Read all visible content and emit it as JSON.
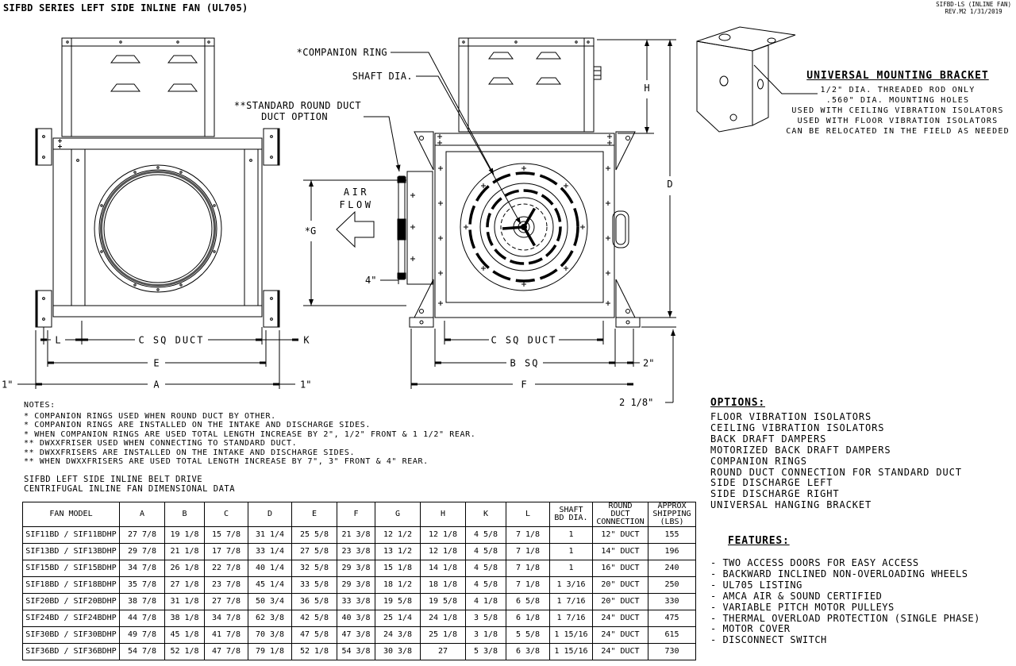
{
  "title": "SIFBD SERIES LEFT SIDE INLINE FAN (UL705)",
  "rev": {
    "line1": "SIFBD-LS (INLINE FAN)",
    "line2": "REV.M2  1/31/2019"
  },
  "drawing": {
    "companion_ring_label": "*COMPANION RING",
    "shaft_dia_label": "SHAFT DIA.",
    "round_duct_label_line1": "**STANDARD ROUND DUCT",
    "round_duct_label_line2": "DUCT OPTION",
    "air_flow_line1": "AIR",
    "air_flow_line2": "FLOW",
    "dim_g": "*G",
    "dim_4in": "4\"",
    "dim_l": "L",
    "dim_c_sq_left": "C SQ DUCT",
    "dim_k": "K",
    "dim_e": "E",
    "dim_a": "A",
    "dim_1in_left": "1\"",
    "dim_1in_right": "1\"",
    "dim_c_sq_right": "C SQ DUCT",
    "dim_b_sq": "B SQ",
    "dim_f": "F",
    "dim_2in": "2\"",
    "dim_2_1_8in": "2 1/8\"",
    "dim_h": "H",
    "dim_d": "D"
  },
  "bracket": {
    "title": "UNIVERSAL MOUNTING BRACKET",
    "lines": [
      "1/2\" DIA. THREADED ROD ONLY",
      ".560\" DIA. MOUNTING HOLES",
      "USED WITH CEILING VIBRATION ISOLATORS",
      "USED WITH FLOOR VIBRATION ISOLATORS",
      "CAN BE RELOCATED IN THE FIELD AS NEEDED"
    ]
  },
  "notes": {
    "heading": "NOTES:",
    "items": [
      "* COMPANION RINGS USED WHEN ROUND DUCT BY OTHER.",
      "* COMPANION RINGS ARE INSTALLED ON THE INTAKE AND DISCHARGE SIDES.",
      "* WHEN COMPANION RINGS ARE USED TOTAL LENGTH INCREASE BY 2\", 1/2\" FRONT & 1 1/2\" REAR.",
      "** DWXXFRISER USED WHEN CONNECTING TO STANDARD DUCT.",
      "** DWXXFRISERS ARE INSTALLED ON THE INTAKE AND DISCHARGE SIDES.",
      "** WHEN DWXXFRISERS ARE USED TOTAL LENGTH INCREASE BY 7\", 3\" FRONT & 4\" REAR."
    ]
  },
  "caption": {
    "line1": "SIFBD LEFT SIDE INLINE BELT DRIVE",
    "line2": "CENTRIFUGAL INLINE FAN DIMENSIONAL DATA"
  },
  "options": {
    "heading": "OPTIONS:",
    "items": [
      "FLOOR VIBRATION ISOLATORS",
      "CEILING VIBRATION ISOLATORS",
      "BACK DRAFT DAMPERS",
      "MOTORIZED BACK DRAFT DAMPERS",
      "COMPANION RINGS",
      "ROUND DUCT CONNECTION FOR STANDARD DUCT",
      "SIDE DISCHARGE LEFT",
      "SIDE DISCHARGE RIGHT",
      "UNIVERSAL HANGING BRACKET"
    ]
  },
  "features": {
    "heading": "FEATURES:",
    "items": [
      "- TWO ACCESS DOORS FOR EASY ACCESS",
      "- BACKWARD INCLINED NON-OVERLOADING WHEELS",
      "- UL705 LISTING",
      "- AMCA AIR & SOUND CERTIFIED",
      "- VARIABLE PITCH MOTOR PULLEYS",
      "- THERMAL OVERLOAD PROTECTION (SINGLE PHASE)",
      "- MOTOR COVER",
      "- DISCONNECT SWITCH"
    ]
  },
  "table": {
    "headers": [
      "FAN MODEL",
      "A",
      "B",
      "C",
      "D",
      "E",
      "F",
      "G",
      "H",
      "K",
      "L",
      "SHAFT\nBD DIA.",
      "ROUND\nDUCT\nCONNECTION",
      "APPROX\nSHIPPING\n(LBS)"
    ],
    "rows": [
      [
        "SIF11BD / SIF11BDHP",
        "27 7/8",
        "19 1/8",
        "15 7/8",
        "31 1/4",
        "25 5/8",
        "21 3/8",
        "12 1/2",
        "12 1/8",
        "4 5/8",
        "7 1/8",
        "1",
        "12\" DUCT",
        "155"
      ],
      [
        "SIF13BD / SIF13BDHP",
        "29 7/8",
        "21 1/8",
        "17 7/8",
        "33 1/4",
        "27 5/8",
        "23 3/8",
        "13 1/2",
        "12 1/8",
        "4 5/8",
        "7 1/8",
        "1",
        "14\" DUCT",
        "196"
      ],
      [
        "SIF15BD / SIF15BDHP",
        "34 7/8",
        "26 1/8",
        "22 7/8",
        "40 1/4",
        "32 5/8",
        "29 3/8",
        "15 1/8",
        "14 1/8",
        "4 5/8",
        "7 1/8",
        "1",
        "16\" DUCT",
        "240"
      ],
      [
        "SIF18BD / SIF18BDHP",
        "35 7/8",
        "27 1/8",
        "23 7/8",
        "45 1/4",
        "33 5/8",
        "29 3/8",
        "18 1/2",
        "18 1/8",
        "4 5/8",
        "7 1/8",
        "1 3/16",
        "20\" DUCT",
        "250"
      ],
      [
        "SIF20BD / SIF20BDHP",
        "38 7/8",
        "31 1/8",
        "27 7/8",
        "50 3/4",
        "36 5/8",
        "33 3/8",
        "19 5/8",
        "19 5/8",
        "4 1/8",
        "6 5/8",
        "1 7/16",
        "20\" DUCT",
        "330"
      ],
      [
        "SIF24BD / SIF24BDHP",
        "44 7/8",
        "38 1/8",
        "34 7/8",
        "62 3/8",
        "42 5/8",
        "40 3/8",
        "25 1/4",
        "24 1/8",
        "3 5/8",
        "6 1/8",
        "1 7/16",
        "24\" DUCT",
        "475"
      ],
      [
        "SIF30BD / SIF30BDHP",
        "49 7/8",
        "45 1/8",
        "41 7/8",
        "70 3/8",
        "47 5/8",
        "47 3/8",
        "24 3/8",
        "25 1/8",
        "3 1/8",
        "5 5/8",
        "1 15/16",
        "24\" DUCT",
        "615"
      ],
      [
        "SIF36BD / SIF36BDHP",
        "54 7/8",
        "52 1/8",
        "47 7/8",
        "79 1/8",
        "52 1/8",
        "54 3/8",
        "30 3/8",
        "27",
        "5 3/8",
        "6 3/8",
        "1 15/16",
        "24\" DUCT",
        "730"
      ]
    ]
  }
}
